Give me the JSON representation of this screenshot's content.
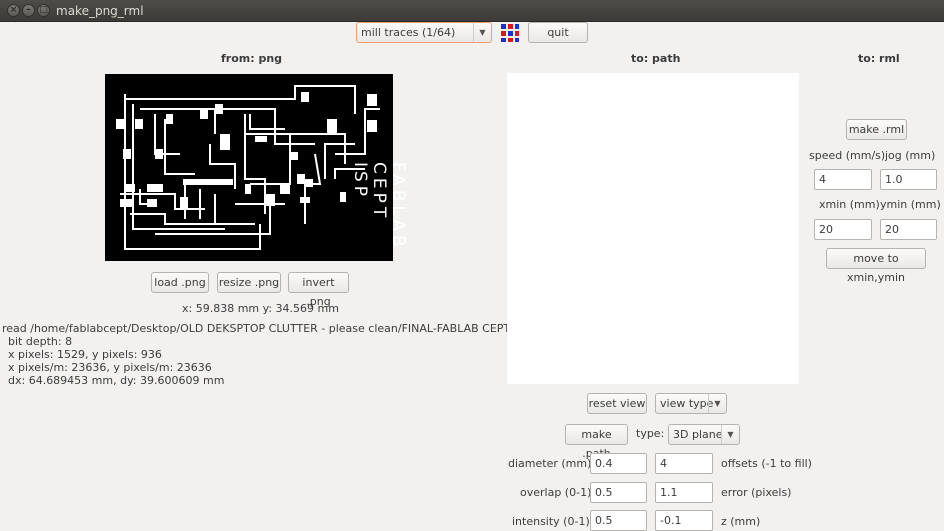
{
  "window": {
    "title": "make_png_rml"
  },
  "top": {
    "mode_select": "mill traces (1/64)",
    "quit_label": "quit"
  },
  "headers": {
    "from": "from: png",
    "to_path": "to: path",
    "to_rml": "to: rml"
  },
  "pcb": {
    "text_lines": [
      "FABLAB",
      "CEPT",
      "ISP"
    ]
  },
  "png_buttons": {
    "load": "load .png",
    "resize": "resize .png",
    "invert": "invert .png"
  },
  "coords": {
    "text": "x: 59.838 mm  y: 34.569 mm"
  },
  "info": {
    "read_line": "read /home/fablabcept/Desktop/OLD DEKSPTOP CLUTTER - please clean/FINAL-FABLAB CEPT ISP.png",
    "bit_depth": "bit depth: 8",
    "pixels": "x pixels: 1529, y pixels: 936",
    "ppm": "x pixels/m: 23636, y pixels/m: 23636",
    "dims": "dx: 64.689453 mm, dy: 39.600609 mm"
  },
  "path": {
    "reset_view": "reset view",
    "view_type": "view type",
    "make_path": "make .path",
    "type_label": "type:",
    "type_value": "3D plane",
    "diameter_label": "diameter (mm)",
    "diameter_value": "0.4",
    "offsets_value": "4",
    "offsets_label": "offsets (-1 to fill)",
    "overlap_label": "overlap (0-1)",
    "overlap_value": "0.5",
    "error_value": "1.1",
    "error_label": "error (pixels)",
    "intensity_label": "intensity (0-1)",
    "intensity_value": "0.5",
    "z_value": "-0.1",
    "z_label": "z (mm)"
  },
  "rml": {
    "make_rml": "make .rml",
    "speed_label": "speed (mm/s)",
    "jog_label": "jog (mm)",
    "speed_value": "4",
    "jog_value": "1.0",
    "xmin_label": "xmin (mm)",
    "ymin_label": "ymin (mm)",
    "xmin_value": "20",
    "ymin_value": "20",
    "move_label": "move to xmin,ymin"
  }
}
